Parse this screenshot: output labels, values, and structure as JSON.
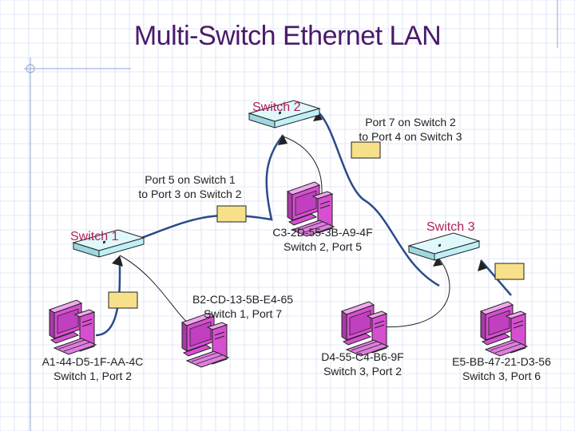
{
  "title": "Multi-Switch Ethernet LAN",
  "switches": {
    "s1": "Switch 1",
    "s2": "Switch 2",
    "s3": "Switch 3"
  },
  "links": {
    "l1_line1": "Port 5 on Switch 1",
    "l1_line2": "to Port 3 on Switch 2",
    "l2_line1": "Port 7 on Switch 2",
    "l2_line2": "to Port 4 on Switch 3"
  },
  "hosts": {
    "h1": {
      "mac": "A1-44-D5-1F-AA-4C",
      "port": "Switch 1, Port 2"
    },
    "h2": {
      "mac": "B2-CD-13-5B-E4-65",
      "port": "Switch 1, Port 7"
    },
    "h3": {
      "mac": "C3-2D-55-3B-A9-4F",
      "port": "Switch 2, Port 5"
    },
    "h4": {
      "mac": "D4-55-C4-B6-9F",
      "port": "Switch 3, Port 2"
    },
    "h5": {
      "mac": "E5-BB-47-21-D3-56",
      "port": "Switch 3, Port 6"
    }
  },
  "colors": {
    "title": "#4a1a6a",
    "switch_name": "#b0205a",
    "switch_body": "#bfeff7",
    "computer": "#d64fd0",
    "cable_thick": "#2b4a8a",
    "connector": "#f7e08a",
    "grid": "#c9d6ee"
  }
}
